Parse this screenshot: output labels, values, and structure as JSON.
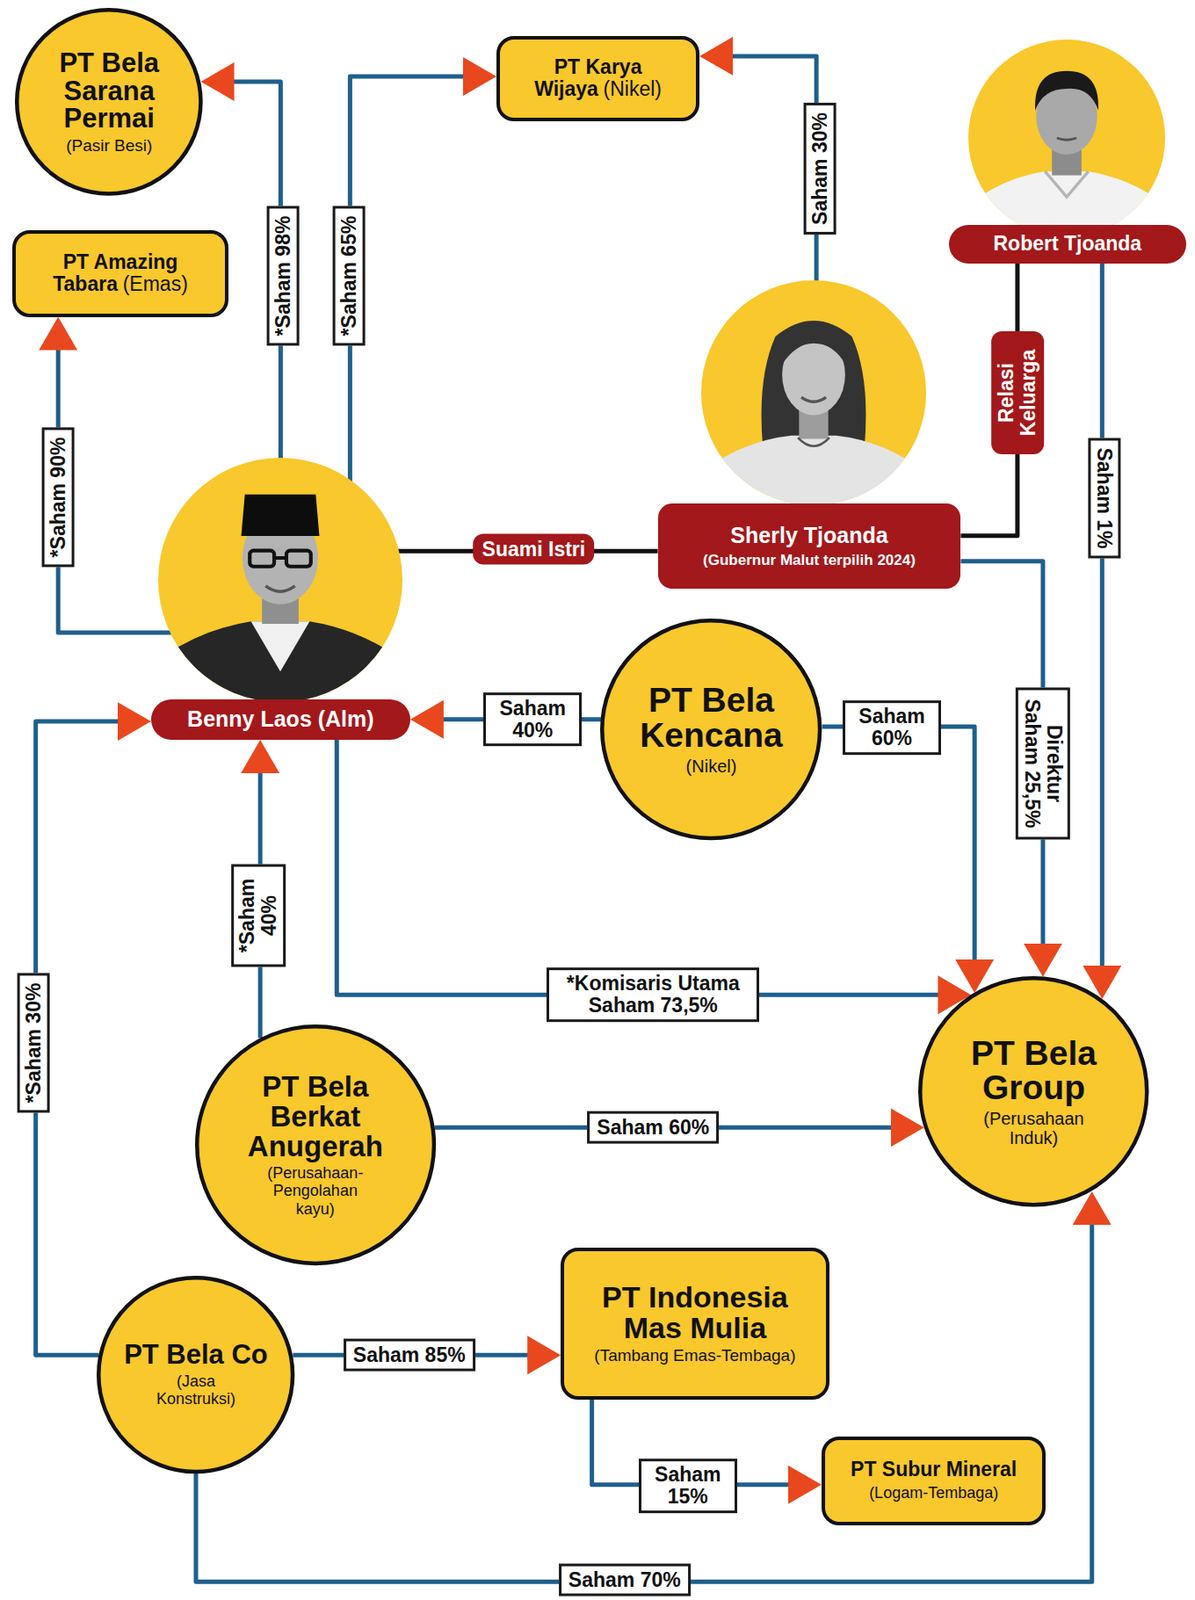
{
  "diagram": {
    "nodes": [
      {
        "text": [
          "PT Bela Sarana Permai",
          "(Pasir Besi)"
        ]
      },
      {
        "text": [
          "PT Karya Wijaya",
          "(Nikel)"
        ]
      },
      {
        "text": [
          "Robert Tjoanda"
        ]
      },
      {
        "text": [
          "PT Amazing Tabara",
          "(Emas)"
        ]
      },
      {
        "text": [
          "Sherly Tjoanda",
          "(Gubernur Malut terpilih 2024)"
        ]
      },
      {
        "text": [
          "Benny Laos (Alm)"
        ]
      },
      {
        "text": [
          "PT Bela Kencana",
          "(Nikel)"
        ]
      },
      {
        "text": [
          "PT Bela Berkat Anugerah",
          "(Perusahaan- Pengolahan kayu)"
        ]
      },
      {
        "text": [
          "PT Bela Group",
          "(Perusahaan Induk)"
        ]
      },
      {
        "text": [
          "PT Bela Co",
          "(Jasa Konstruksi)"
        ]
      },
      {
        "text": [
          "PT Indonesia Mas Mulia",
          "(Tambang Emas-Tembaga)"
        ]
      },
      {
        "text": [
          "PT Subur Mineral",
          "(Logam-Tembaga)"
        ]
      }
    ],
    "edges": [
      {
        "from": 5,
        "to": 0,
        "label": "*Saham 98%",
        "arrow": "to"
      },
      {
        "from": 5,
        "to": 1,
        "label": "*Saham 65%",
        "arrow": "to"
      },
      {
        "from": 4,
        "to": 1,
        "label": "Saham 30%",
        "arrow": "to"
      },
      {
        "from": 5,
        "to": 3,
        "label": "*Saham 90%",
        "arrow": "to"
      },
      {
        "from": 5,
        "to": 4,
        "label": "Suami Istri",
        "arrow": "none"
      },
      {
        "from": 2,
        "to": 4,
        "label": "Relasi Keluarga",
        "arrow": "none"
      },
      {
        "from": 2,
        "to": 8,
        "label": "Saham 1%",
        "arrow": "to"
      },
      {
        "from": 4,
        "to": 8,
        "label": "Direktur Saham 25,5%",
        "arrow": "to"
      },
      {
        "from": 6,
        "to": 5,
        "label": "Saham 40%",
        "arrow": "to"
      },
      {
        "from": 6,
        "to": 8,
        "label": "Saham 60%",
        "arrow": "to"
      },
      {
        "from": 5,
        "to": 8,
        "label": "*Komisaris Utama Saham 73,5%",
        "arrow": "to"
      },
      {
        "from": 7,
        "to": 5,
        "label": "*Saham 40%",
        "arrow": "to"
      },
      {
        "from": 7,
        "to": 8,
        "label": "Saham 60%",
        "arrow": "to"
      },
      {
        "from": 9,
        "to": 5,
        "label": "*Saham 30%",
        "arrow": "to"
      },
      {
        "from": 9,
        "to": 10,
        "label": "Saham 85%",
        "arrow": "to"
      },
      {
        "from": 10,
        "to": 11,
        "label": "Saham 15%",
        "arrow": "to"
      },
      {
        "from": 9,
        "to": 8,
        "label": "Saham 70%",
        "arrow": "to"
      }
    ]
  }
}
